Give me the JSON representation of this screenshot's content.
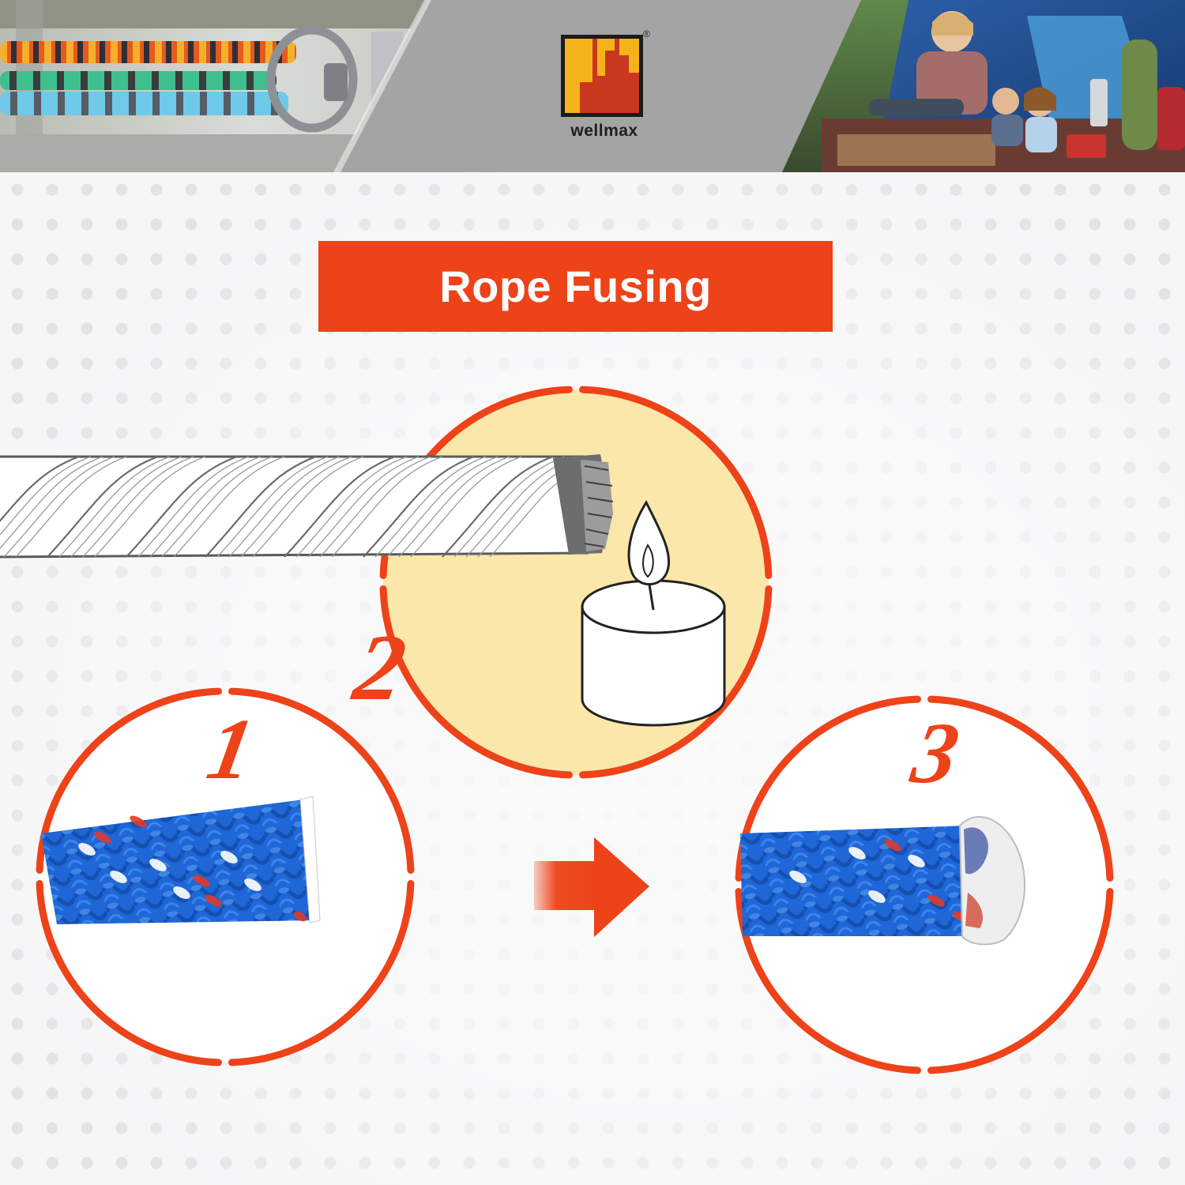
{
  "brand": {
    "name": "wellmax",
    "registered": "®"
  },
  "title": "Rope Fusing",
  "steps": [
    {
      "number": "1"
    },
    {
      "number": "2"
    },
    {
      "number": "3"
    }
  ],
  "colors": {
    "accent": "#ee4219",
    "circle2_fill": "#fbe7a9",
    "rope_blue": "#1f66d6",
    "rope_red": "#e03a2a"
  },
  "icons": {
    "arrow": "arrow-right-icon",
    "candle": "candle-icon",
    "rope": "twisted-rope-icon"
  }
}
